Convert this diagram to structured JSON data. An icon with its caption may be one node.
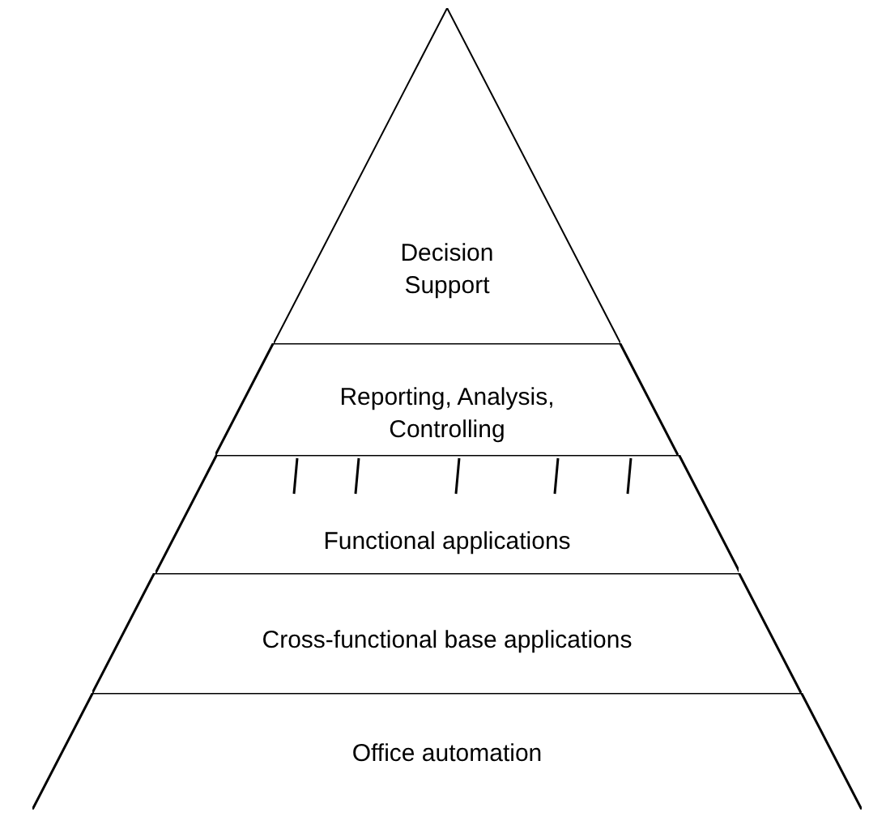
{
  "diagram": {
    "nodes": [
      {
        "text": [
          "Decision Support"
        ]
      },
      {
        "text": [
          "Reporting, Analysis, Controlling"
        ]
      },
      {
        "text": [
          "Functional applications"
        ]
      },
      {
        "text": [
          "Cross-functional base applications"
        ]
      },
      {
        "text": [
          "Office automation"
        ]
      }
    ]
  }
}
